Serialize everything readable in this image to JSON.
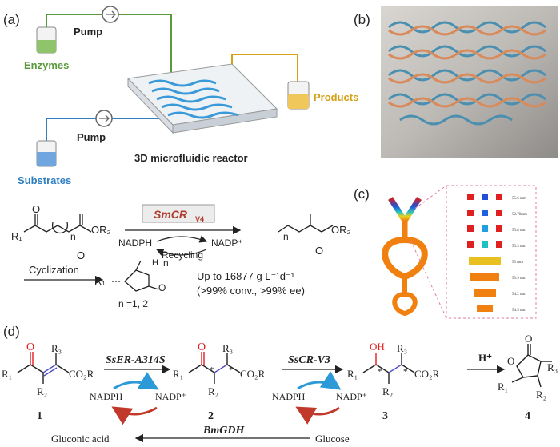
{
  "panels": {
    "a": {
      "label": "(a)",
      "pump_top": "Pump",
      "pump_bottom": "Pump",
      "enzymes": "Enzymes",
      "products": "Products",
      "substrates": "Substrates",
      "reactor": "3D microfluidic reactor",
      "colors": {
        "enzymes": "#5a9a3c",
        "products": "#d4a017",
        "substrates": "#2f7fc1",
        "channel": "#3a9ad9"
      },
      "scheme": {
        "enzyme_main": "SmCR",
        "enzyme_sub": "V4",
        "enzyme_color": "#b03a2e",
        "nadph": "NADPH",
        "nadp": "NADP⁺",
        "recycling": "Recycling",
        "cyclization": "Cyclization",
        "r1": "R₁",
        "or2": "OR₂",
        "n": "n",
        "o": "O",
        "nh": "n",
        "yield": "Up to 16877 g L⁻¹d⁻¹",
        "conv": "(>99% conv., >99% ee)",
        "n_values": "n =1, 2",
        "lactone_h": "H"
      }
    },
    "b": {
      "label": "(b)"
    },
    "c": {
      "label": "(c)",
      "scale_labels": [
        "55.6 mm",
        "52.78mm",
        "53.8 mm",
        "53.3 mm",
        "53 mm",
        "53.9 mm",
        "54.2 mm",
        "54.5 mm"
      ]
    },
    "d": {
      "label": "(d)",
      "enzyme1": "SsER-A314S",
      "enzyme2": "SsCR-V3",
      "hplus": "H⁺",
      "nadph1": "NADPH",
      "nadp1": "NADP⁺",
      "nadph2": "NADPH",
      "nadp2": "NADP⁺",
      "glucose": "Glucose",
      "gluconic": "Gluconic acid",
      "bmgdh": "BmGDH",
      "cmp1": "1",
      "cmp2": "2",
      "cmp3": "3",
      "cmp4": "4",
      "r1": "R₁",
      "r2": "R₂",
      "r3": "R₃",
      "co2r": "CO₂R",
      "o": "O",
      "oh": "OH",
      "star": "*"
    }
  }
}
